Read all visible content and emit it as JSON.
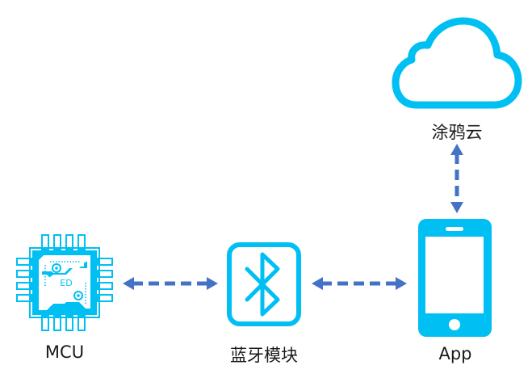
{
  "diagram": {
    "nodes": [
      {
        "id": "mcu",
        "label": "MCU",
        "icon": "microchip-icon",
        "chip_text": "ED"
      },
      {
        "id": "bluetooth",
        "label": "蓝牙模块",
        "icon": "bluetooth-icon"
      },
      {
        "id": "app",
        "label": "App",
        "icon": "smartphone-icon"
      },
      {
        "id": "cloud",
        "label": "涂鸦云",
        "icon": "cloud-icon"
      }
    ],
    "edges": [
      {
        "from": "mcu",
        "to": "bluetooth",
        "style": "dashed",
        "direction": "bidirectional"
      },
      {
        "from": "bluetooth",
        "to": "app",
        "style": "dashed",
        "direction": "bidirectional"
      },
      {
        "from": "app",
        "to": "cloud",
        "style": "dashed",
        "direction": "bidirectional"
      }
    ],
    "colors": {
      "icon": "#00BFF3",
      "arrow": "#4472C4",
      "text": "#1a1a1a"
    }
  }
}
